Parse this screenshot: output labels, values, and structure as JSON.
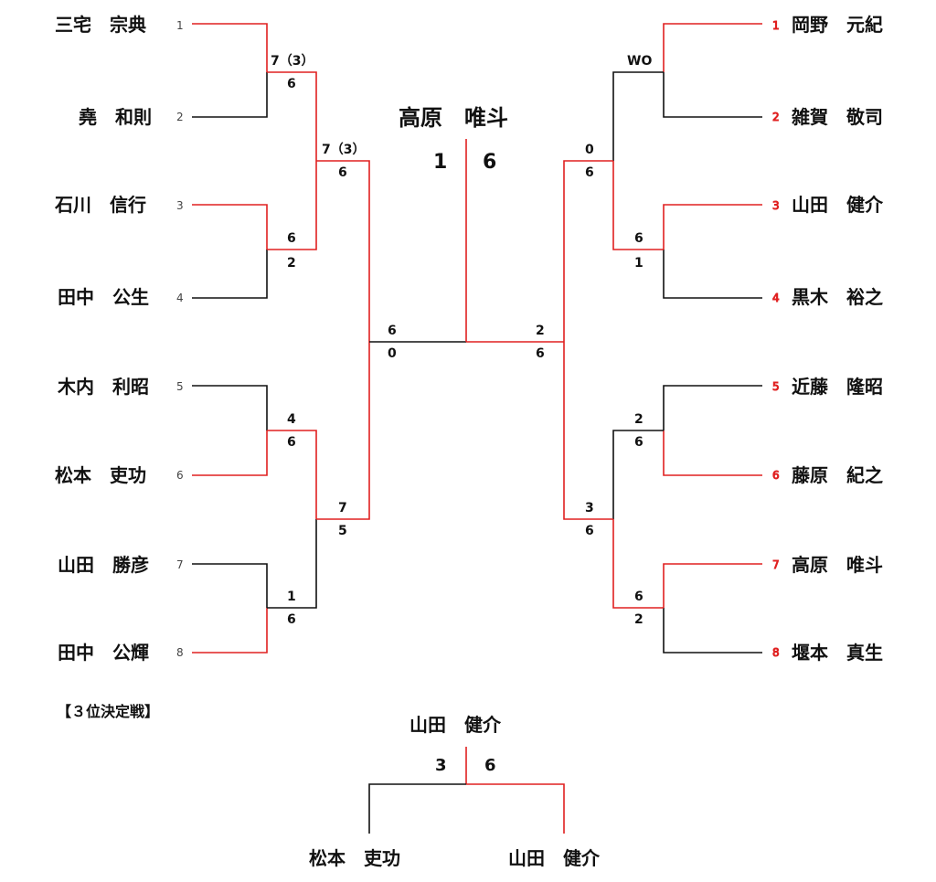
{
  "left_players": [
    {
      "seed": "1",
      "name": "三宅　宗典"
    },
    {
      "seed": "2",
      "name": "堯　和則"
    },
    {
      "seed": "3",
      "name": "石川　信行"
    },
    {
      "seed": "4",
      "name": "田中　公生"
    },
    {
      "seed": "5",
      "name": "木内　利昭"
    },
    {
      "seed": "6",
      "name": "松本　吏功"
    },
    {
      "seed": "7",
      "name": "山田　勝彦"
    },
    {
      "seed": "8",
      "name": "田中　公輝"
    }
  ],
  "right_players": [
    {
      "seed": "1",
      "name": "岡野　元紀"
    },
    {
      "seed": "2",
      "name": "雑賀　敬司"
    },
    {
      "seed": "3",
      "name": "山田　健介"
    },
    {
      "seed": "4",
      "name": "黒木　裕之"
    },
    {
      "seed": "5",
      "name": "近藤　隆昭"
    },
    {
      "seed": "6",
      "name": "藤原　紀之"
    },
    {
      "seed": "7",
      "name": "高原　唯斗"
    },
    {
      "seed": "8",
      "name": "堰本　真生"
    }
  ],
  "left_r1_scores": [
    {
      "top": "7（3）",
      "bottom": "6"
    },
    {
      "top": "6",
      "bottom": "2"
    },
    {
      "top": "4",
      "bottom": "6"
    },
    {
      "top": "1",
      "bottom": "6"
    }
  ],
  "left_r2_scores": [
    {
      "top": "7（3）",
      "bottom": "6"
    },
    {
      "top": "7",
      "bottom": "5"
    }
  ],
  "left_sf_score": {
    "top": "6",
    "bottom": "0"
  },
  "right_r1_scores": [
    {
      "top": "WO",
      "bottom": ""
    },
    {
      "top": "6",
      "bottom": "1"
    },
    {
      "top": "2",
      "bottom": "6"
    },
    {
      "top": "6",
      "bottom": "2"
    }
  ],
  "right_r2_scores": [
    {
      "top": "0",
      "bottom": "6"
    },
    {
      "top": "3",
      "bottom": "6"
    }
  ],
  "right_sf_score": {
    "top": "2",
    "bottom": "6"
  },
  "champion": {
    "name": "高原　唯斗",
    "score_left": "1",
    "score_right": "6"
  },
  "third_place": {
    "heading": "【３位決定戦】",
    "winner": "山田　健介",
    "score_left": "3",
    "score_right": "6",
    "left_player": "松本　吏功",
    "right_player": "山田　健介"
  }
}
